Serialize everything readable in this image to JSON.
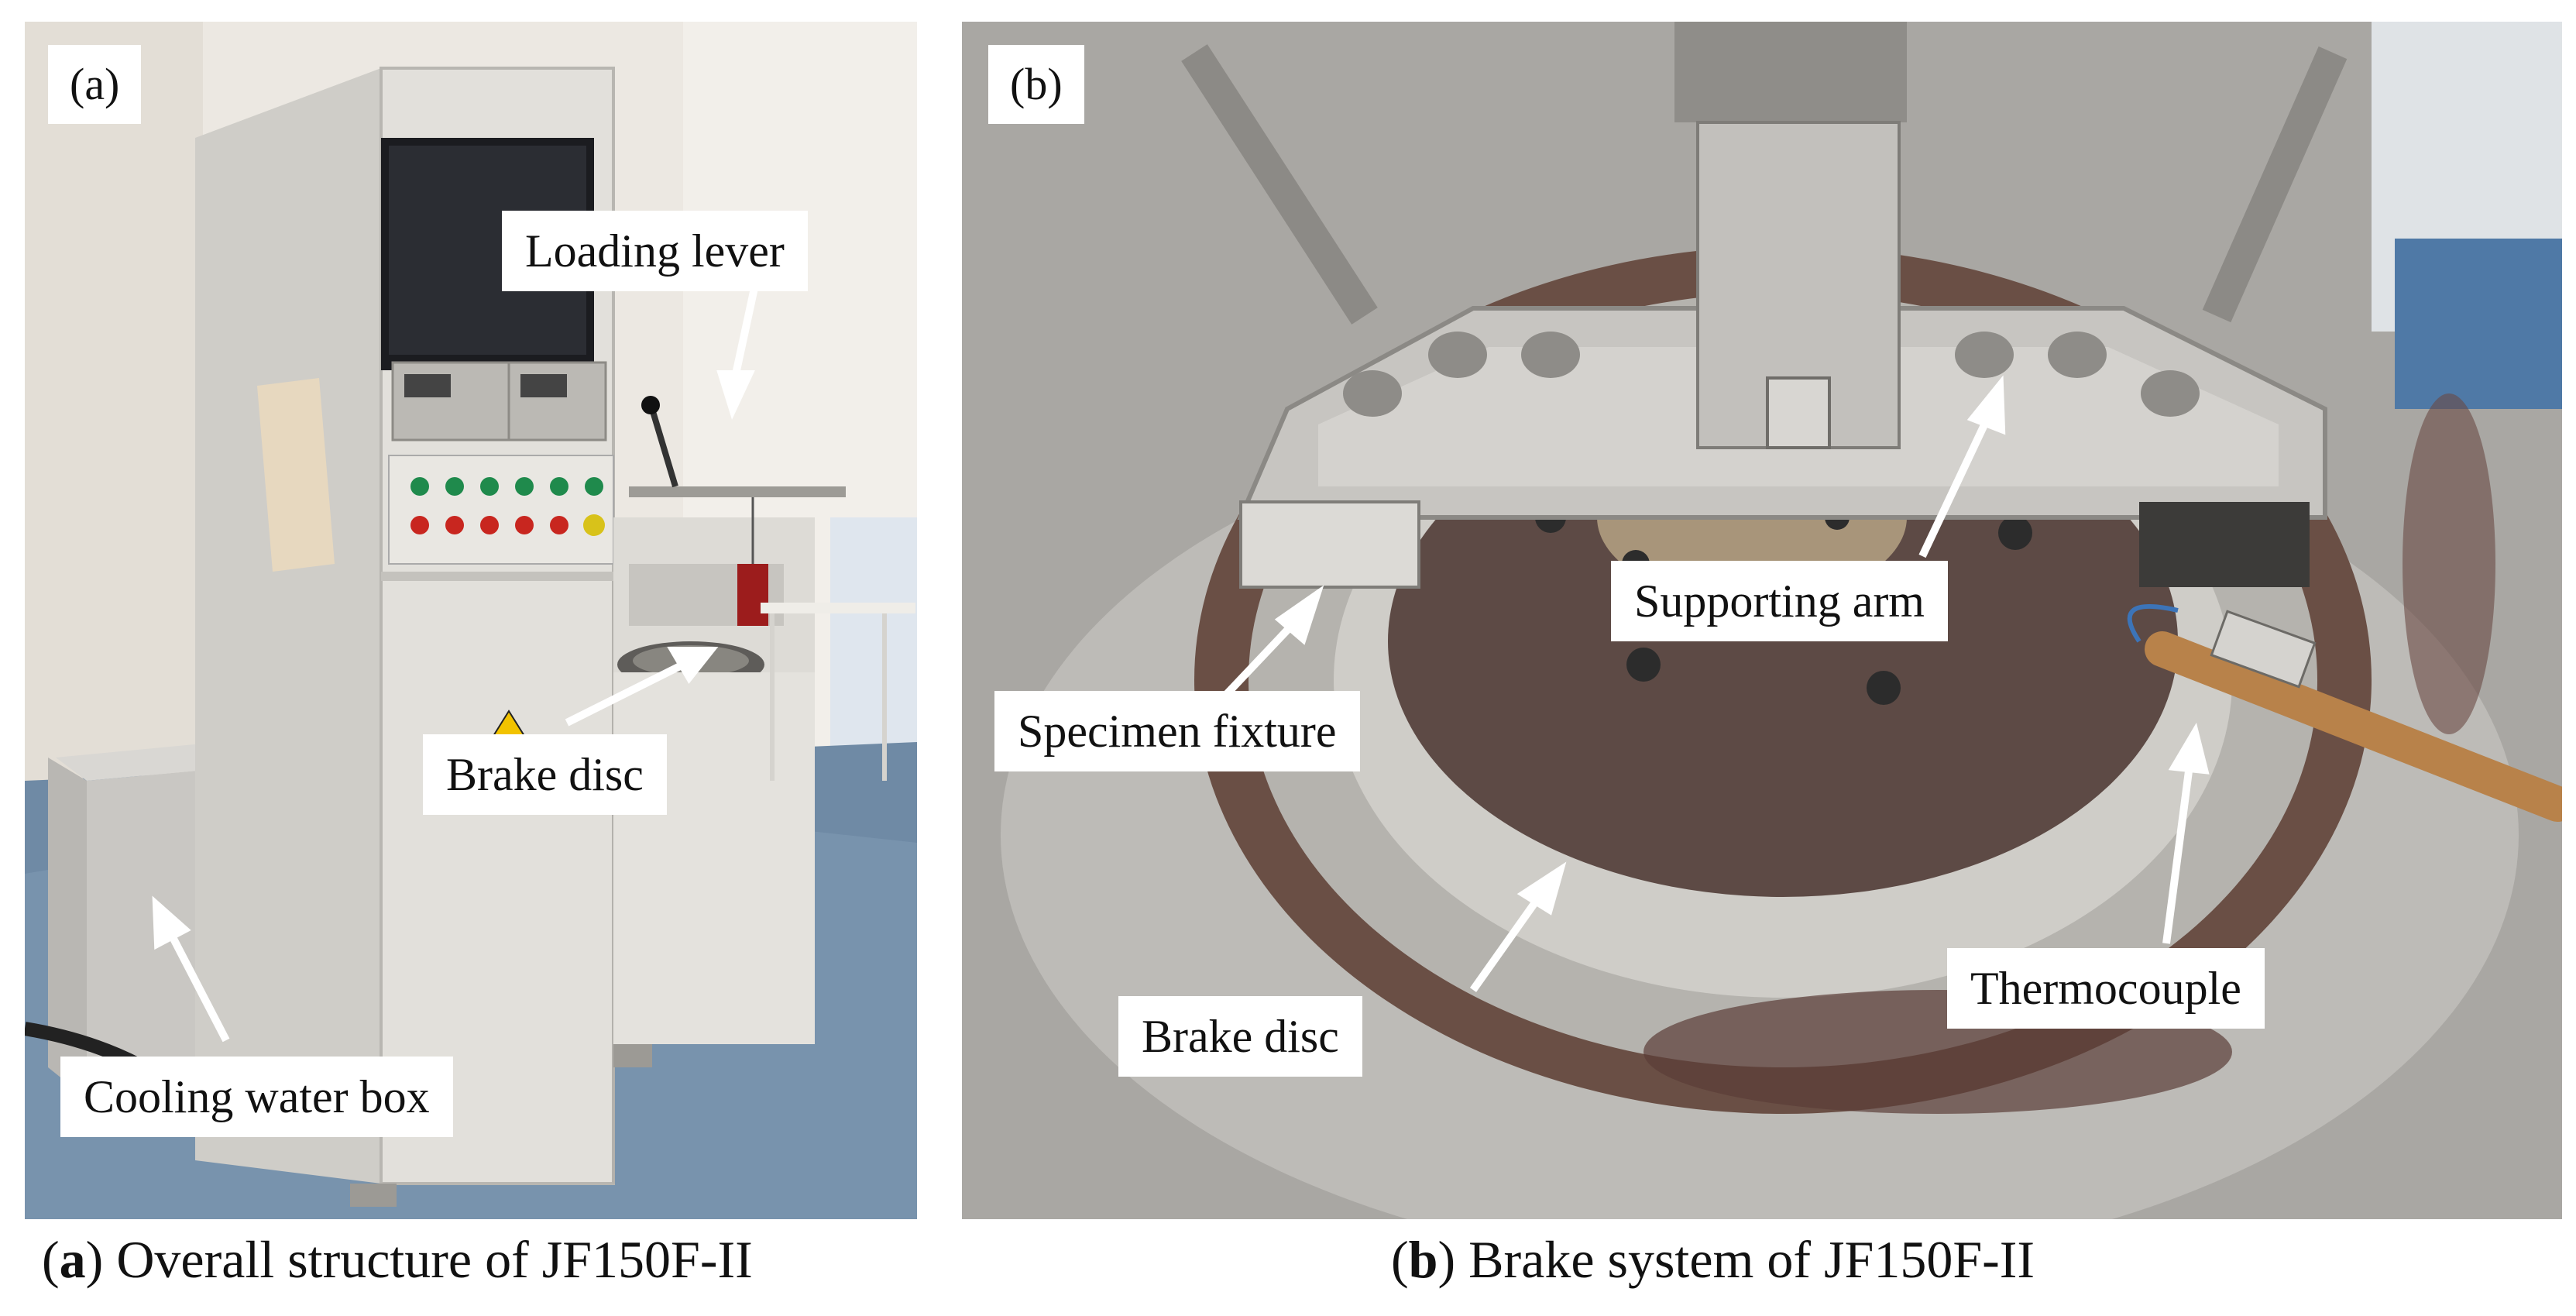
{
  "panel_a": {
    "letter": "(a)",
    "labels": {
      "loading_lever": "Loading lever",
      "brake_disc": "Brake disc",
      "cooling_water_box": "Cooling water box"
    },
    "caption_letter": "a",
    "caption_text": " Overall structure of JF150F-II"
  },
  "panel_b": {
    "letter": "(b)",
    "labels": {
      "supporting_arm": "Supporting arm",
      "specimen_fixture": "Specimen fixture",
      "brake_disc": "Brake disc",
      "thermocouple": "Thermocouple"
    },
    "caption_letter": "b",
    "caption_text": " Brake system of JF150F-II"
  }
}
